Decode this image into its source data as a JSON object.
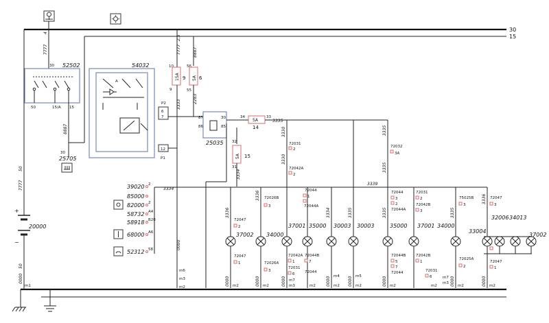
{
  "buses": [
    {
      "id": "bus-30",
      "label": "30"
    },
    {
      "id": "bus-15",
      "label": "15"
    },
    {
      "id": "ground-bus",
      "label": ""
    }
  ],
  "components": [
    {
      "id": "52502",
      "label": "52502"
    },
    {
      "id": "54032",
      "label": "54032"
    },
    {
      "id": "25705",
      "label": "25705"
    },
    {
      "id": "25035",
      "label": "25035"
    },
    {
      "id": "20000",
      "label": "20000"
    },
    {
      "id": "fuse-9",
      "label": "15A",
      "number": "9"
    },
    {
      "id": "fuse-6",
      "label": "5A",
      "number": "6"
    },
    {
      "id": "fuse-14",
      "label": "5A",
      "number": "14"
    },
    {
      "id": "fuse-15",
      "label": "5A",
      "number": "15"
    }
  ],
  "wire_labels": {
    "w7777a": "7777",
    "w7777b": "7777",
    "w8887a": "8887",
    "w8887b": "8887",
    "w3333a": "3333",
    "w2283": "2283",
    "w3335": "3335",
    "w3334": "3334",
    "w3330": "3330",
    "w3336": "3336",
    "w3339": "3339",
    "w0000": "0000",
    "w50a": "50",
    "w50b": "50",
    "w25a": "2,5",
    "w25b": "2,5",
    "w4": "4",
    "w3333b": "3333",
    "w0000b": "0000"
  },
  "pins": {
    "p30": "30",
    "p50": "50",
    "p15A": "15/A",
    "p15": "15",
    "p10": "10",
    "p9": "9",
    "p56": "56",
    "p55": "55",
    "pP2": "P2",
    "p6": "6",
    "p7": "7",
    "p12": "12",
    "pP1": "P1",
    "p87": "87",
    "p86": "86",
    "p30r": "30",
    "p85": "85",
    "p34": "34",
    "p33": "33",
    "p32": "32",
    "p31": "31",
    "p2": "2",
    "pA4": "A4",
    "pB20": "B20",
    "pA6": "A6",
    "p58": "58",
    "pA": "A",
    "p1": "1",
    "p3": "3",
    "p4": "4",
    "p5": "5",
    "p6b": "6",
    "p7b": "7",
    "p3A": "3A"
  },
  "switches": [
    {
      "code": "39020",
      "icon": "none"
    },
    {
      "code": "85000",
      "icon": "none"
    },
    {
      "code": "82000",
      "icon": "light-icon"
    },
    {
      "code": "58732",
      "icon": "none"
    },
    {
      "code": "58918",
      "icon": "none"
    },
    {
      "code": "68000",
      "icon": "horn-icon"
    },
    {
      "code": "52312",
      "icon": "wiper-icon"
    }
  ],
  "connectors": [
    "72026B",
    "72044",
    "72044A",
    "72031",
    "72042A",
    "72047",
    "72026A",
    "72031",
    "72044B",
    "72044",
    "72032",
    "72044",
    "72044A",
    "72031",
    "72042B",
    "75025B",
    "72047",
    "72044B",
    "72044",
    "72042B",
    "72031",
    "72025A",
    "72047"
  ],
  "lamps": [
    {
      "code": "37002"
    },
    {
      "code": "34000"
    },
    {
      "code": "37001"
    },
    {
      "code": "35000"
    },
    {
      "code": "30003"
    },
    {
      "code": "30003"
    },
    {
      "code": "35000"
    },
    {
      "code": "37001"
    },
    {
      "code": "34000"
    },
    {
      "code": "33004"
    },
    {
      "code": "32006"
    },
    {
      "code": "34013"
    },
    {
      "code": "37002"
    }
  ],
  "grounds": [
    "m1",
    "m2",
    "m3",
    "m4",
    "m5",
    "m6",
    "m7"
  ],
  "colors": {
    "wire": "#222222",
    "harness": "#6a7fb8",
    "tag": "#d86c6c"
  }
}
